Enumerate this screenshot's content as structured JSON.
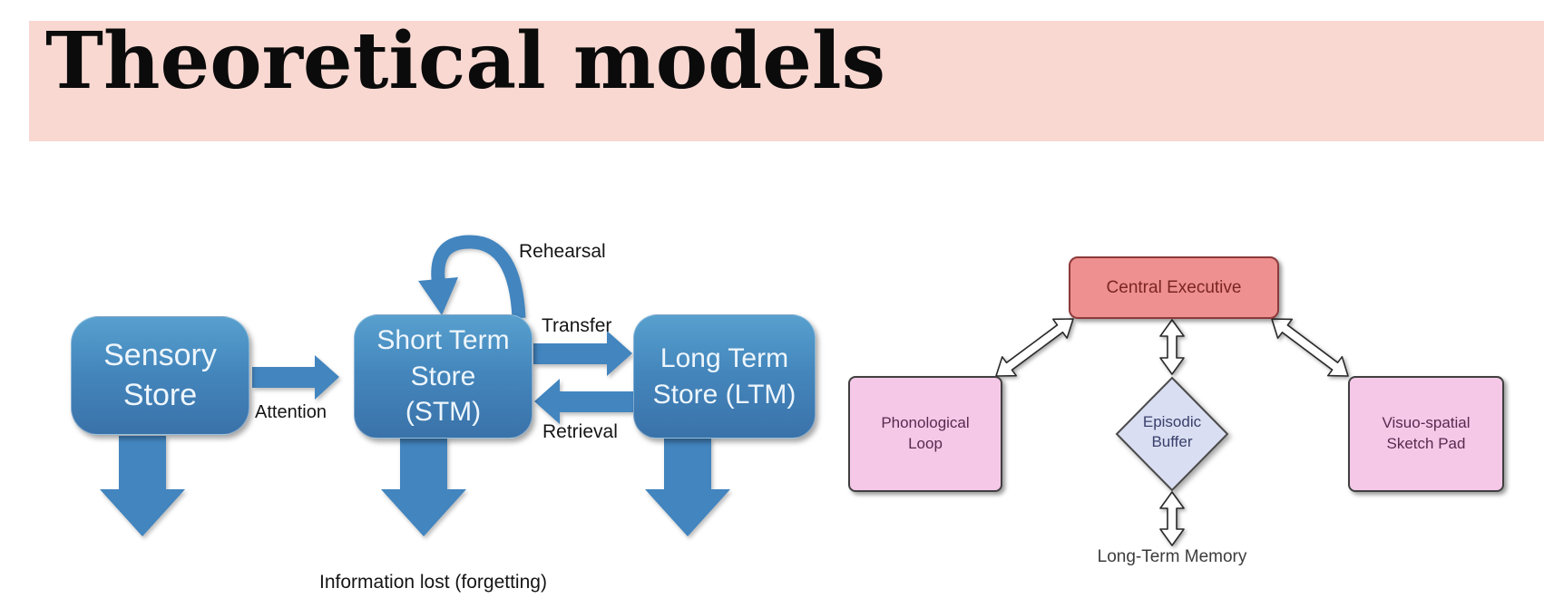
{
  "slide": {
    "title": "Theoretical models",
    "background_color": "#ffffff",
    "banner_color": "#f9d8d2"
  },
  "multi_store_model": {
    "boxes": [
      {
        "name": "sensory-store",
        "lines": [
          "Sensory",
          "Store"
        ]
      },
      {
        "name": "short-term-store",
        "lines": [
          "Short Term",
          "Store",
          "(STM)"
        ]
      },
      {
        "name": "long-term-store",
        "lines": [
          "Long Term",
          "Store (LTM)"
        ]
      }
    ],
    "arrow_labels": {
      "rehearsal": "Rehearsal",
      "attention": "Attention",
      "transfer": "Transfer",
      "retrieval": "Retrieval"
    },
    "caption": "Information lost (forgetting)",
    "box_gradient_top": "#58a0ce",
    "box_gradient_bottom": "#3a72a9",
    "arrow_color": "#4285bf",
    "text_color": "#eef6fc"
  },
  "working_memory_model": {
    "central_executive": {
      "label": "Central Executive",
      "fill": "#ee9090",
      "border": "#8d3a3a",
      "text_color": "#7b2424"
    },
    "phonological_loop": {
      "lines": [
        "Phonological",
        "Loop"
      ],
      "fill": "#f6c8e8"
    },
    "episodic_buffer": {
      "lines": [
        "Episodic",
        "Buffer"
      ],
      "fill": "#d9def2"
    },
    "visuospatial_sketchpad": {
      "lines": [
        "Visuo-spatial",
        "Sketch Pad"
      ],
      "fill": "#f6c8e8"
    },
    "long_term_memory_label": "Long-Term Memory",
    "connector_style": "white double-headed arrows"
  }
}
